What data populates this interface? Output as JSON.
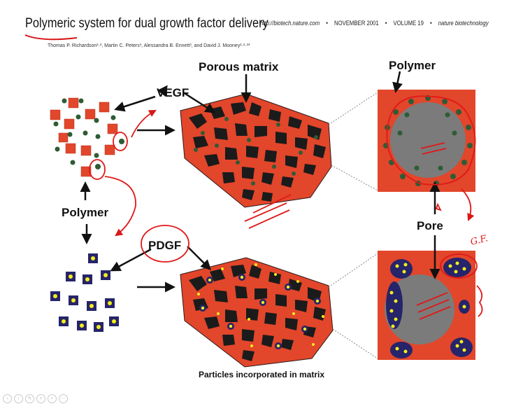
{
  "header": {
    "title": "Polymeric system for dual growth factor delivery",
    "url": "http://biotech.nature.com",
    "date": "NOVEMBER 2001",
    "volume": "VOLUME 19",
    "journal": "nature biotechnology",
    "separator": "•"
  },
  "authors": "Thomas P. Richardson¹·², Martin C. Peters³, Alessandra B. Ennett³, and David J. Mooney¹·²·³*",
  "figure": {
    "label_vegf": "VEGF",
    "label_porous_matrix": "Porous matrix",
    "label_polymer_top": "Polymer",
    "label_polymer_left": "Polymer",
    "label_pdgf": "PDGF",
    "label_pore": "Pore",
    "caption": "Particles incorporated in matrix"
  },
  "annotations": {
    "handwritten_note": "G.F."
  },
  "colors": {
    "polymer_orange": "#e2462b",
    "vegf_green": "#2e5c35",
    "pdgf_blue": "#26246a",
    "pdgf_yellow": "#f2ee1a",
    "pore_gray": "#7b7b7b",
    "ink_red": "#e01818"
  },
  "controls": [
    "prev-icon",
    "next-icon",
    "pen-icon",
    "zoom-icon",
    "search-icon",
    "more-icon"
  ]
}
